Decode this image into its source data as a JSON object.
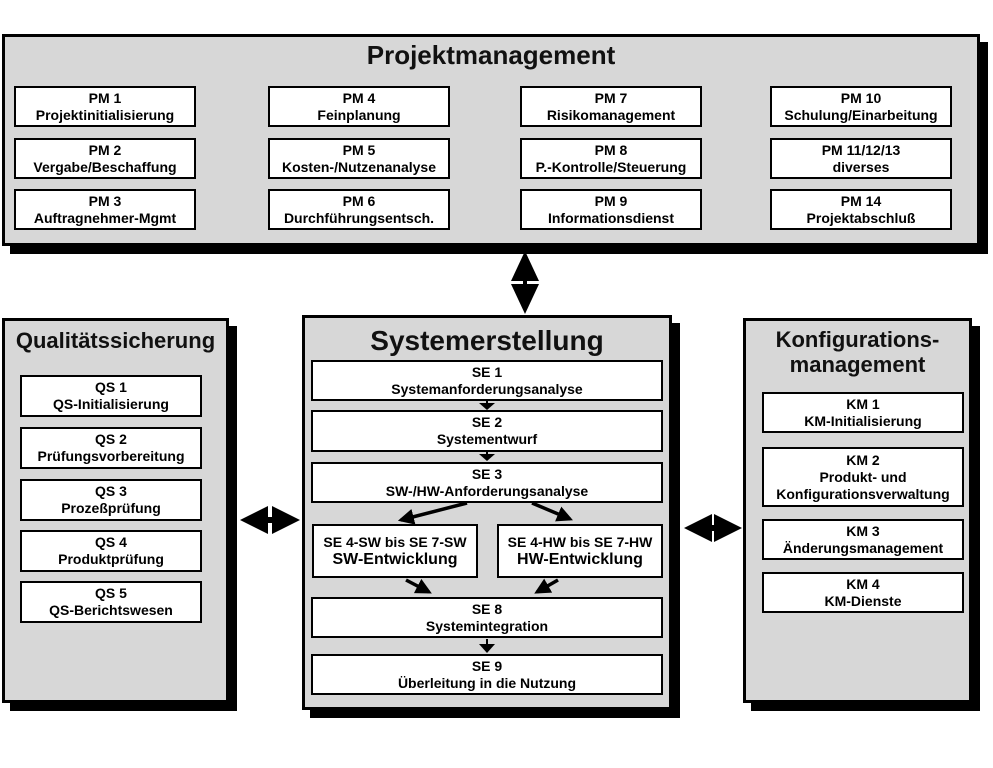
{
  "colors": {
    "panel_bg": "#d7d7d7",
    "box_bg": "#ffffff",
    "border": "#000000",
    "shadow": "#000000"
  },
  "panels": {
    "pm": {
      "title": "Projektmanagement",
      "items": [
        {
          "code": "PM 1",
          "label": "Projektinitialisierung"
        },
        {
          "code": "PM 2",
          "label": "Vergabe/Beschaffung"
        },
        {
          "code": "PM 3",
          "label": "Auftragnehmer-Mgmt"
        },
        {
          "code": "PM 4",
          "label": "Feinplanung"
        },
        {
          "code": "PM 5",
          "label": "Kosten-/Nutzenanalyse"
        },
        {
          "code": "PM 6",
          "label": "Durchführungsentsch."
        },
        {
          "code": "PM 7",
          "label": "Risikomanagement"
        },
        {
          "code": "PM 8",
          "label": "P.-Kontrolle/Steuerung"
        },
        {
          "code": "PM 9",
          "label": "Informationsdienst"
        },
        {
          "code": "PM 10",
          "label": "Schulung/Einarbeitung"
        },
        {
          "code": "PM 11/12/13",
          "label": "diverses"
        },
        {
          "code": "PM 14",
          "label": "Projektabschluß"
        }
      ]
    },
    "qs": {
      "title": "Qualitätssicherung",
      "items": [
        {
          "code": "QS 1",
          "label": "QS-Initialisierung"
        },
        {
          "code": "QS 2",
          "label": "Prüfungsvorbereitung"
        },
        {
          "code": "QS 3",
          "label": "Prozeßprüfung"
        },
        {
          "code": "QS 4",
          "label": "Produktprüfung"
        },
        {
          "code": "QS 5",
          "label": "QS-Berichtswesen"
        }
      ]
    },
    "se": {
      "title": "Systemerstellung",
      "items": [
        {
          "code": "SE 1",
          "label": "Systemanforderungsanalyse"
        },
        {
          "code": "SE 2",
          "label": "Systementwurf"
        },
        {
          "code": "SE 3",
          "label": "SW-/HW-Anforderungsanalyse"
        },
        {
          "code": "SE 4-SW bis SE 7-SW",
          "label": "SW-Entwicklung"
        },
        {
          "code": "SE 4-HW bis SE 7-HW",
          "label": "HW-Entwicklung"
        },
        {
          "code": "SE 8",
          "label": "Systemintegration"
        },
        {
          "code": "SE 9",
          "label": "Überleitung in die Nutzung"
        }
      ]
    },
    "km": {
      "title_lines": [
        "Konfigurations-",
        "management"
      ],
      "items": [
        {
          "code": "KM 1",
          "label": "KM-Initialisierung"
        },
        {
          "code": "KM 2",
          "label": "Produkt- und Konfigurationsverwaltung"
        },
        {
          "code": "KM 3",
          "label": "Änderungsmanagement"
        },
        {
          "code": "KM 4",
          "label": "KM-Dienste"
        }
      ]
    }
  }
}
